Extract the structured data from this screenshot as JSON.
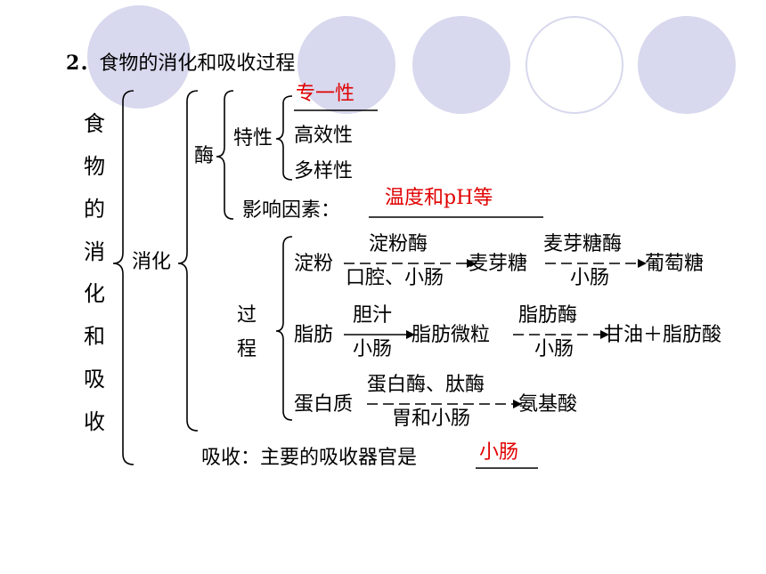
{
  "title": {
    "number": "2．",
    "text": "食物的消化和吸收过程"
  },
  "left_label_chars": [
    "食",
    "物",
    "的",
    "消",
    "化",
    "和",
    "吸",
    "收"
  ],
  "digestion": {
    "label": "消化",
    "enzyme": {
      "label": "酶",
      "traits_label": "特性",
      "traits": [
        "专一性",
        "高效性",
        "多样性"
      ],
      "factors_label": "影响因素：",
      "factors_answer": "温度和pH等"
    },
    "process": {
      "label_chars": [
        "过",
        "程"
      ],
      "starch": {
        "substrate": "淀粉",
        "step1_top": "淀粉酶",
        "step1_bottom": "口腔、小肠",
        "intermediate": "麦芽糖",
        "step2_top": "麦芽糖酶",
        "step2_bottom": "小肠",
        "product": "葡萄糖"
      },
      "fat": {
        "substrate": "脂肪",
        "step1_top": "胆汁",
        "step1_bottom": "小肠",
        "intermediate": "脂肪微粒",
        "step2_top": "脂肪酶",
        "step2_bottom": "小肠",
        "product": "甘油＋脂肪酸"
      },
      "protein": {
        "substrate": "蛋白质",
        "step1_top": "蛋白酶、肽酶",
        "step1_bottom": "胃和小肠",
        "product": "氨基酸"
      }
    }
  },
  "absorption": {
    "text": "吸收：主要的吸收器官是",
    "answer": "小肠"
  },
  "colors": {
    "decor_circle": "#d8d8ee",
    "answer_red": "#e00000"
  }
}
